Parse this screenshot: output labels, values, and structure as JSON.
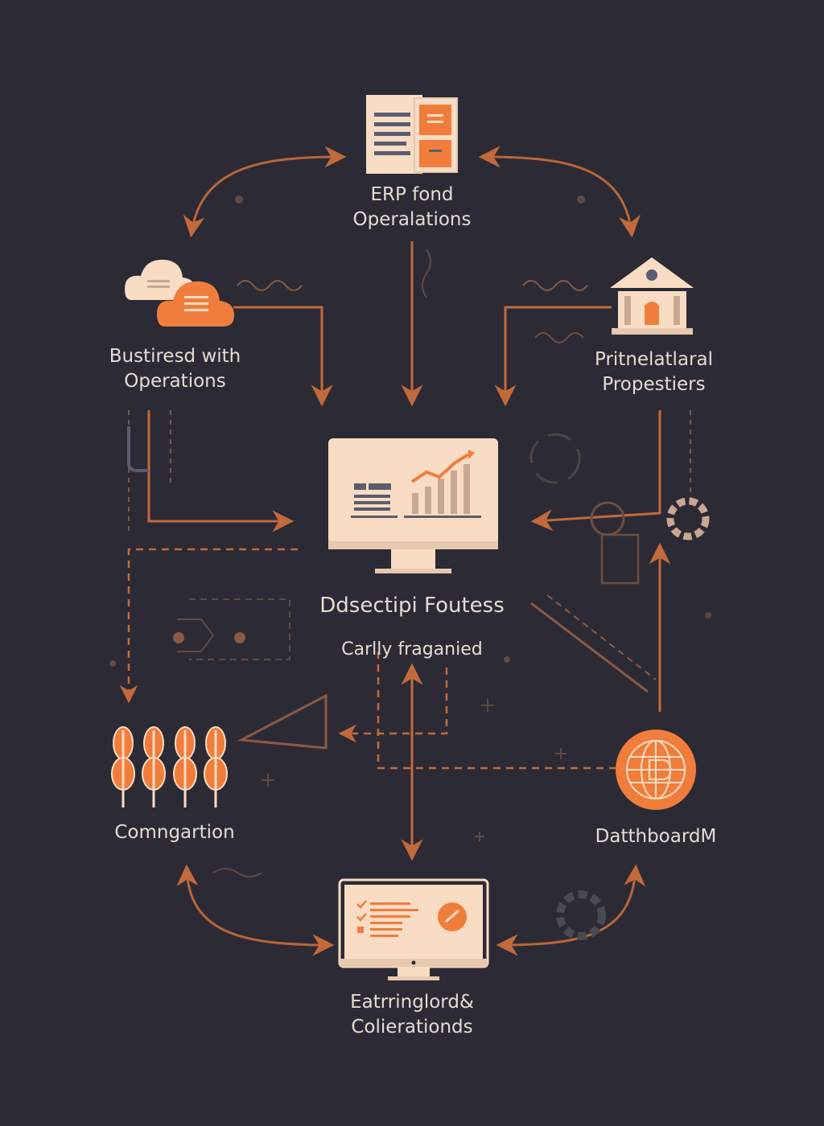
{
  "palette": {
    "background": "#2c2a35",
    "accent": "#f07d3c",
    "accent_dark": "#b8663a",
    "cream": "#f8dcc3",
    "tan": "#c8a890",
    "text": "#e6dcd2",
    "slate": "#5a5c70"
  },
  "nodes": {
    "erp": {
      "icon": "document-panel-icon",
      "line1": "ERP fond",
      "line2": "Operalations"
    },
    "business": {
      "icon": "cloud-icon",
      "line1": "Bustiresd with",
      "line2": "Operations"
    },
    "properties": {
      "icon": "bank-building-icon",
      "line1": "Pritnelatlaral",
      "line2": "Propestiers"
    },
    "center": {
      "icon": "monitor-chart-icon",
      "title": "Ddsectipi Foutess",
      "subtitle": "Carlly fraganied"
    },
    "configuration": {
      "icon": "wheat-stalks-icon",
      "label": "Comngartion"
    },
    "dashboard": {
      "icon": "globe-icon",
      "label": "DatthboardM"
    },
    "bottom": {
      "icon": "monitor-checklist-icon",
      "line1": "Eatrringlord&",
      "line2": "Colierationds"
    }
  }
}
